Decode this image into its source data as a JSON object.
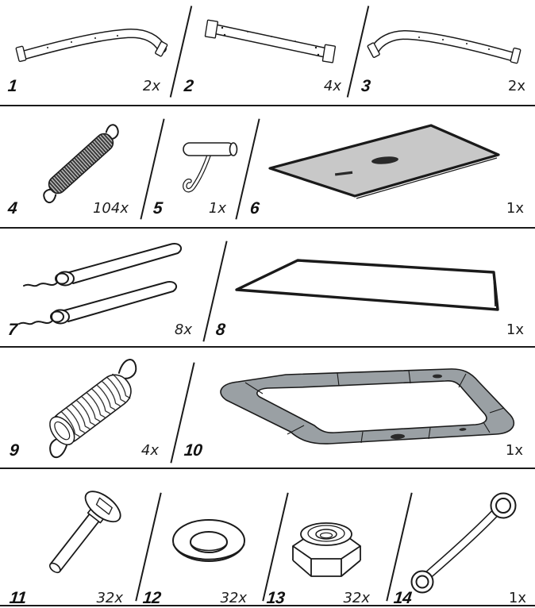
{
  "page": {
    "type": "assembly-manual-parts-inventory",
    "background": "#ffffff",
    "line_color": "#1a1a1a"
  },
  "colors": {
    "outline": "#1a1a1a",
    "mat_fill": "#c8c8c8",
    "pad_fill": "#9aa0a4",
    "spring_coil_fill": "#3f3f3f",
    "logo_blob": "#2a2a2a"
  },
  "parts": [
    {
      "id": "1",
      "qty": "2x",
      "icon": "curved-rail-left-icon"
    },
    {
      "id": "2",
      "qty": "4x",
      "icon": "straight-rail-icon"
    },
    {
      "id": "3",
      "qty": "2x",
      "icon": "curved-rail-right-icon"
    },
    {
      "id": "4",
      "qty": "104x",
      "icon": "small-tension-spring-icon"
    },
    {
      "id": "5",
      "qty": "1x",
      "icon": "spring-pull-tool-icon"
    },
    {
      "id": "6",
      "qty": "1x",
      "icon": "jumping-mat-icon"
    },
    {
      "id": "7",
      "qty": "8x",
      "icon": "wire-clip-pair-icon"
    },
    {
      "id": "8",
      "qty": "1x",
      "icon": "cover-sheet-icon"
    },
    {
      "id": "9",
      "qty": "4x",
      "icon": "large-tension-spring-icon"
    },
    {
      "id": "10",
      "qty": "1x",
      "icon": "frame-pad-icon"
    },
    {
      "id": "11",
      "qty": "32x",
      "icon": "carriage-bolt-icon"
    },
    {
      "id": "12",
      "qty": "32x",
      "icon": "washer-icon"
    },
    {
      "id": "13",
      "qty": "32x",
      "icon": "lock-nut-icon"
    },
    {
      "id": "14",
      "qty": "1x",
      "icon": "ring-wrench-icon"
    }
  ]
}
